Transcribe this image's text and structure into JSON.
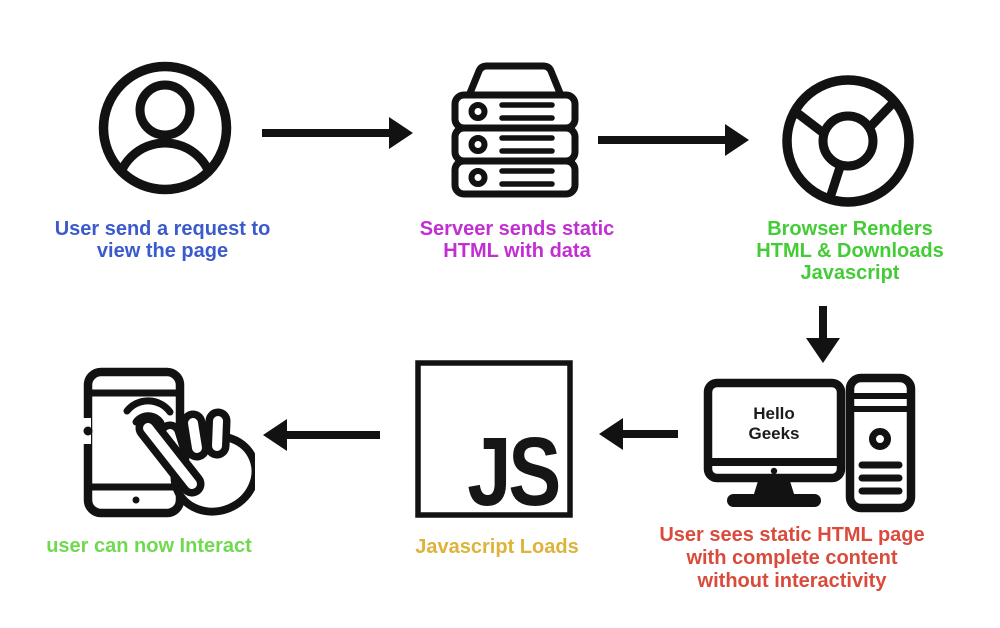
{
  "page": {
    "background": "#ffffff",
    "ink": "#121212"
  },
  "steps": [
    {
      "name": "user-request",
      "icon": "user-icon",
      "caption": {
        "color": "#3B5BCC",
        "lines": [
          "User send a request to",
          "view the page"
        ]
      }
    },
    {
      "name": "server-sends-html",
      "icon": "server-icon",
      "caption": {
        "color": "#C12FD3",
        "lines": [
          "Serveer sends static",
          "HTML with data"
        ]
      }
    },
    {
      "name": "browser-renders",
      "icon": "chrome-browser-icon",
      "caption": {
        "color": "#43CC35",
        "lines": [
          "Browser Renders",
          "HTML & Downloads",
          "Javascript"
        ]
      }
    },
    {
      "name": "static-html-page",
      "icon": "desktop-computer-icon",
      "screen": {
        "lines": [
          "Hello",
          "Geeks"
        ]
      },
      "caption": {
        "color": "#D94B3C",
        "lines": [
          "User sees static HTML page",
          "with complete content",
          "without interactivity"
        ]
      }
    },
    {
      "name": "javascript-loads",
      "icon": "javascript-square-icon",
      "badge": "JS",
      "caption": {
        "color": "#DDB33C",
        "lines": [
          "Javascript Loads"
        ]
      }
    },
    {
      "name": "user-interacts",
      "icon": "phone-touch-icon",
      "caption": {
        "color": "#6FD950",
        "lines": [
          "user can now Interact"
        ]
      }
    }
  ],
  "arrows": [
    {
      "name": "arrow-user-to-server",
      "direction": "right"
    },
    {
      "name": "arrow-server-to-browser",
      "direction": "right"
    },
    {
      "name": "arrow-browser-to-page",
      "direction": "down"
    },
    {
      "name": "arrow-page-to-js",
      "direction": "left"
    },
    {
      "name": "arrow-js-to-interact",
      "direction": "left"
    }
  ]
}
